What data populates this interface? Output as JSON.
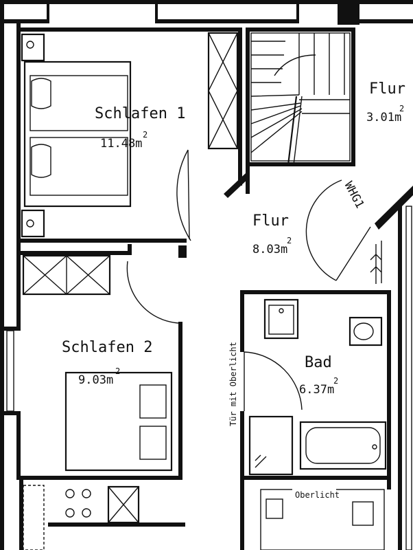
{
  "rooms": {
    "schlafen1": {
      "name": "Schlafen 1",
      "area": "11.48m",
      "sup": "2"
    },
    "flur_top": {
      "name": "Flur",
      "area": "3.01m",
      "sup": "2"
    },
    "flur_mid": {
      "name": "Flur",
      "area": "8.03m",
      "sup": "2"
    },
    "schlafen2": {
      "name": "Schlafen 2",
      "area": "9.03m",
      "sup": "2"
    },
    "bad": {
      "name": "Bad",
      "area": "6.37m",
      "sup": "2"
    }
  },
  "labels": {
    "whg": "WHG1",
    "door_note": "Tür mit Oberlicht",
    "oberlicht": "Oberlicht"
  },
  "colors": {
    "ink": "#111111",
    "paper": "#ffffff"
  }
}
